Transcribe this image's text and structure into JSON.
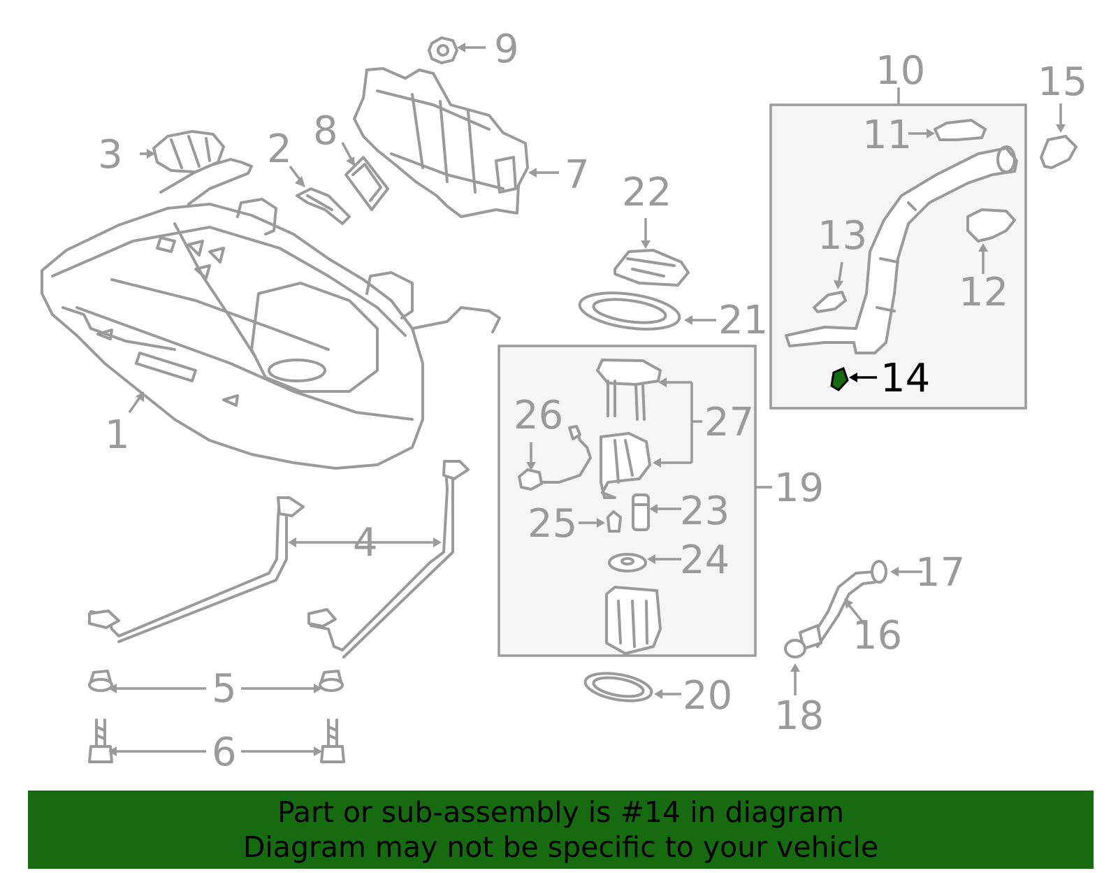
{
  "highlight": {
    "part_number": "14",
    "accent_color": "#166b11"
  },
  "callouts": {
    "c1": "1",
    "c2": "2",
    "c3": "3",
    "c4": "4",
    "c5": "5",
    "c6": "6",
    "c7": "7",
    "c8": "8",
    "c9": "9",
    "c10": "10",
    "c11": "11",
    "c12": "12",
    "c13": "13",
    "c14": "14",
    "c15": "15",
    "c16": "16",
    "c17": "17",
    "c18": "18",
    "c19": "19",
    "c20": "20",
    "c21": "21",
    "c22": "22",
    "c23": "23",
    "c24": "24",
    "c25": "25",
    "c26": "26",
    "c27": "27"
  },
  "banner": {
    "line1": "Part or sub-assembly is #14 in diagram",
    "line2": "Diagram may not be specific to your vehicle"
  }
}
